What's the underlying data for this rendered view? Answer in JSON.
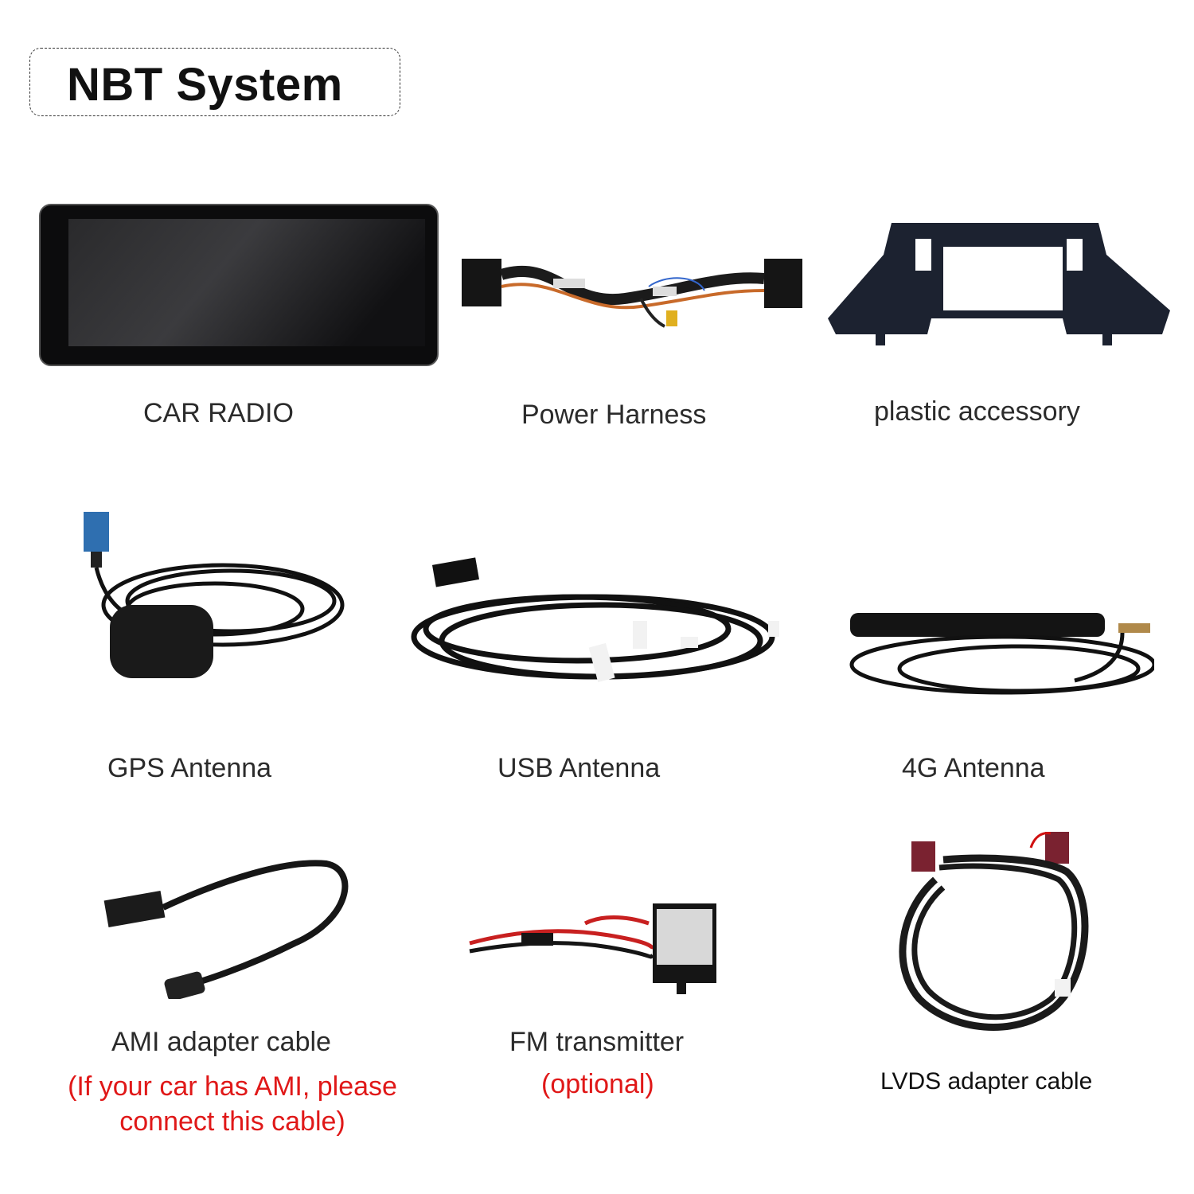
{
  "title": "NBT System",
  "items": [
    {
      "label": "CAR RADIO"
    },
    {
      "label": "Power Harness"
    },
    {
      "label": "plastic accessory"
    },
    {
      "label": "GPS Antenna"
    },
    {
      "label": "USB Antenna"
    },
    {
      "label": "4G Antenna"
    },
    {
      "label": "AMI adapter cable",
      "note_line1": "(If your car has AMI, please",
      "note_line2": "connect this cable)"
    },
    {
      "label": "FM transmitter",
      "note": "(optional)"
    },
    {
      "label": "LVDS adapter cable"
    }
  ],
  "colors": {
    "note": "#e01818",
    "label": "#2b2b2b"
  }
}
